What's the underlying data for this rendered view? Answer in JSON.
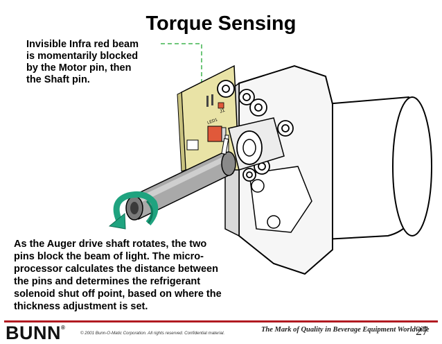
{
  "slide": {
    "title": "Torque Sensing",
    "callout_lines": [
      "Invisible Infra red beam",
      "is momentarily blocked",
      "by the Motor pin, then",
      "the Shaft pin."
    ],
    "caption_lines": [
      "As the Auger drive shaft rotates, the two",
      "pins block the beam of light. The micro-",
      "processor calculates the distance between",
      "the pins and determines the refrigerant",
      "solenoid shut off point, based on where the",
      "thickness adjustment is set."
    ],
    "board_labels": [
      "J1",
      "LED1"
    ]
  },
  "footer": {
    "logo": "BUNN",
    "logo_mark": "®",
    "copyright": "© 2001 Bunn-O-Matic Corporation. All rights reserved. Confidential material.",
    "tagline": "The Mark of Quality in Beverage Equipment Worldwide",
    "page_number": "27"
  },
  "colors": {
    "accent_rule": "#b11a21",
    "rotation_arrow": "#1fa37f",
    "callout_leader": "#3fb34f",
    "circuit_board": "#e9e3a6",
    "sensor_red": "#e0593a"
  }
}
